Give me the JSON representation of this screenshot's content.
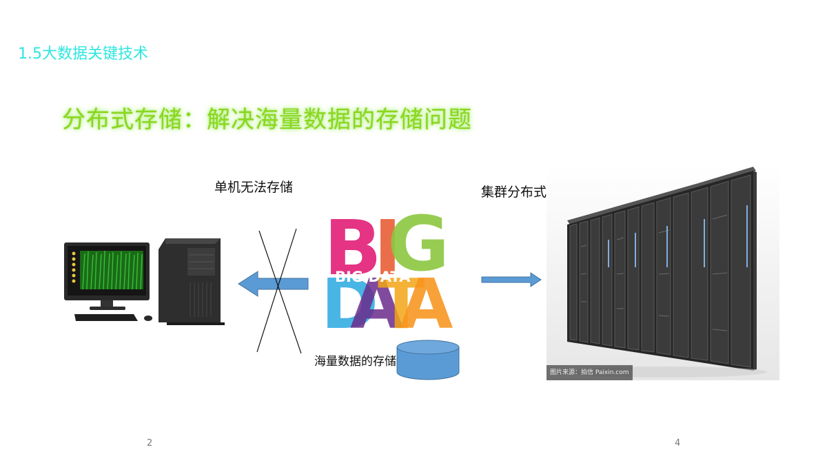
{
  "header": {
    "section_title": "1.5大数据关键技术",
    "headline": "分布式存储：解决海量数据的存储问题"
  },
  "diagram": {
    "single_machine_label": "单机无法存储",
    "cluster_label": "集群分布式存储",
    "mass_storage_label": "海量数据的存储",
    "big_data_text": "BIG DATA",
    "big_letters": [
      "B",
      "I",
      "G"
    ],
    "data_letters": [
      "D",
      "A",
      "T",
      "A"
    ],
    "watermark": "图片来源：拍信 Paixin.com"
  },
  "footer": {
    "page_left": "2",
    "page_right": "4"
  },
  "colors": {
    "section_title": "#2ee6e0",
    "headline": "#8cd61f",
    "arrow_fill": "#5b9bd5",
    "cylinder_fill": "#5b9bd5"
  }
}
